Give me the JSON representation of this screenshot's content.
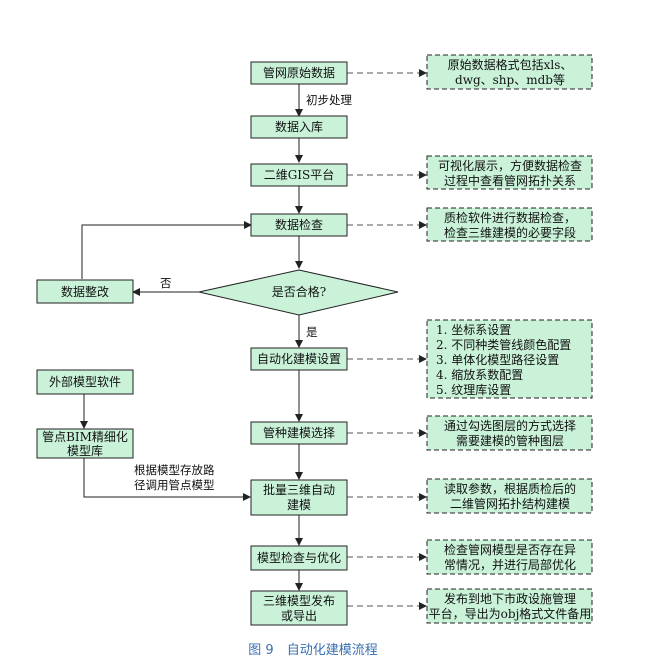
{
  "colors": {
    "box_fill": "#c9f2d9",
    "box_stroke": "#222222",
    "caption": "#3a6fb0"
  },
  "nodes": {
    "raw_data": "管网原始数据",
    "import": "数据入库",
    "gis": "二维GIS平台",
    "check": "数据检查",
    "qualified": "是否合格?",
    "fix": "数据整改",
    "auto_setup": "自动化建模设置",
    "pipe_select": "管种建模选择",
    "batch_line1": "批量三维自动",
    "batch_line2": "建模",
    "optimize": "模型检查与优化",
    "publish_line1": "三维模型发布",
    "publish_line2": "或导出",
    "external": "外部模型软件",
    "bim_line1": "管点BIM精细化",
    "bim_line2": "模型库"
  },
  "notes": {
    "raw_data": [
      "原始数据格式包括xls、",
      "dwg、shp、mdb等"
    ],
    "gis": [
      "可视化展示，方便数据检查",
      "过程中查看管网拓扑关系"
    ],
    "check": [
      "质检软件进行数据检查，",
      "检查三维建模的必要字段"
    ],
    "auto_setup": [
      "1. 坐标系设置",
      "2. 不同种类管线颜色配置",
      "3. 单体化模型路径设置",
      "4. 缩放系数配置",
      "5. 纹理库设置"
    ],
    "pipe_select": [
      "通过勾选图层的方式选择",
      "需要建模的管种图层"
    ],
    "batch": [
      "读取参数，根据质检后的",
      "二维管网拓扑结构建模"
    ],
    "optimize": [
      "检查管网模型是否存在异",
      "常情况，并进行局部优化"
    ],
    "publish": [
      "发布到地下市政设施管理",
      "平台，导出为obj格式文件备用"
    ]
  },
  "edge_labels": {
    "preprocess": "初步处理",
    "no": "否",
    "yes": "是",
    "path_line1": "根据模型存放路",
    "path_line2": "径调用管点模型"
  },
  "caption": "图 9　自动化建模流程"
}
